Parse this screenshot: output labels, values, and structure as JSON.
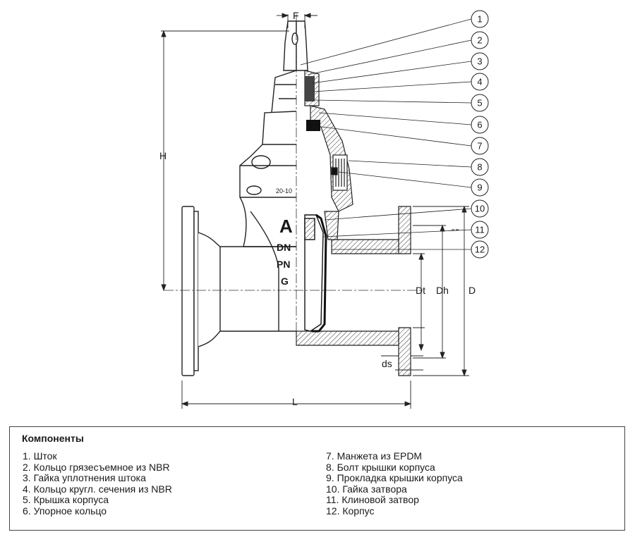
{
  "diagram": {
    "callouts": [
      "1",
      "2",
      "3",
      "4",
      "5",
      "6",
      "7",
      "8",
      "9",
      "10",
      "11",
      "12"
    ],
    "dimensions": {
      "F": "F",
      "H": "H",
      "L": "L",
      "D": "D",
      "Dh": "Dh",
      "Dt": "Dt",
      "ds": "ds"
    },
    "casting": {
      "logo": "A",
      "dn": "DN",
      "pn": "PN",
      "g": "G",
      "code": "20-10"
    }
  },
  "legend": {
    "title": "Компоненты",
    "items": [
      "1. Шток",
      "2. Кольцо грязесъемное из NBR",
      "3. Гайка уплотнения штока",
      "4. Кольцо кругл. сечения из NBR",
      "5. Крышка корпуса",
      "6. Упорное кольцо",
      "7. Манжета из EPDM",
      "8. Болт крышки корпуса",
      "9. Прокладка крышки корпуса",
      "10. Гайка затвора",
      "11. Клиновой затвор",
      "12. Корпус"
    ]
  }
}
